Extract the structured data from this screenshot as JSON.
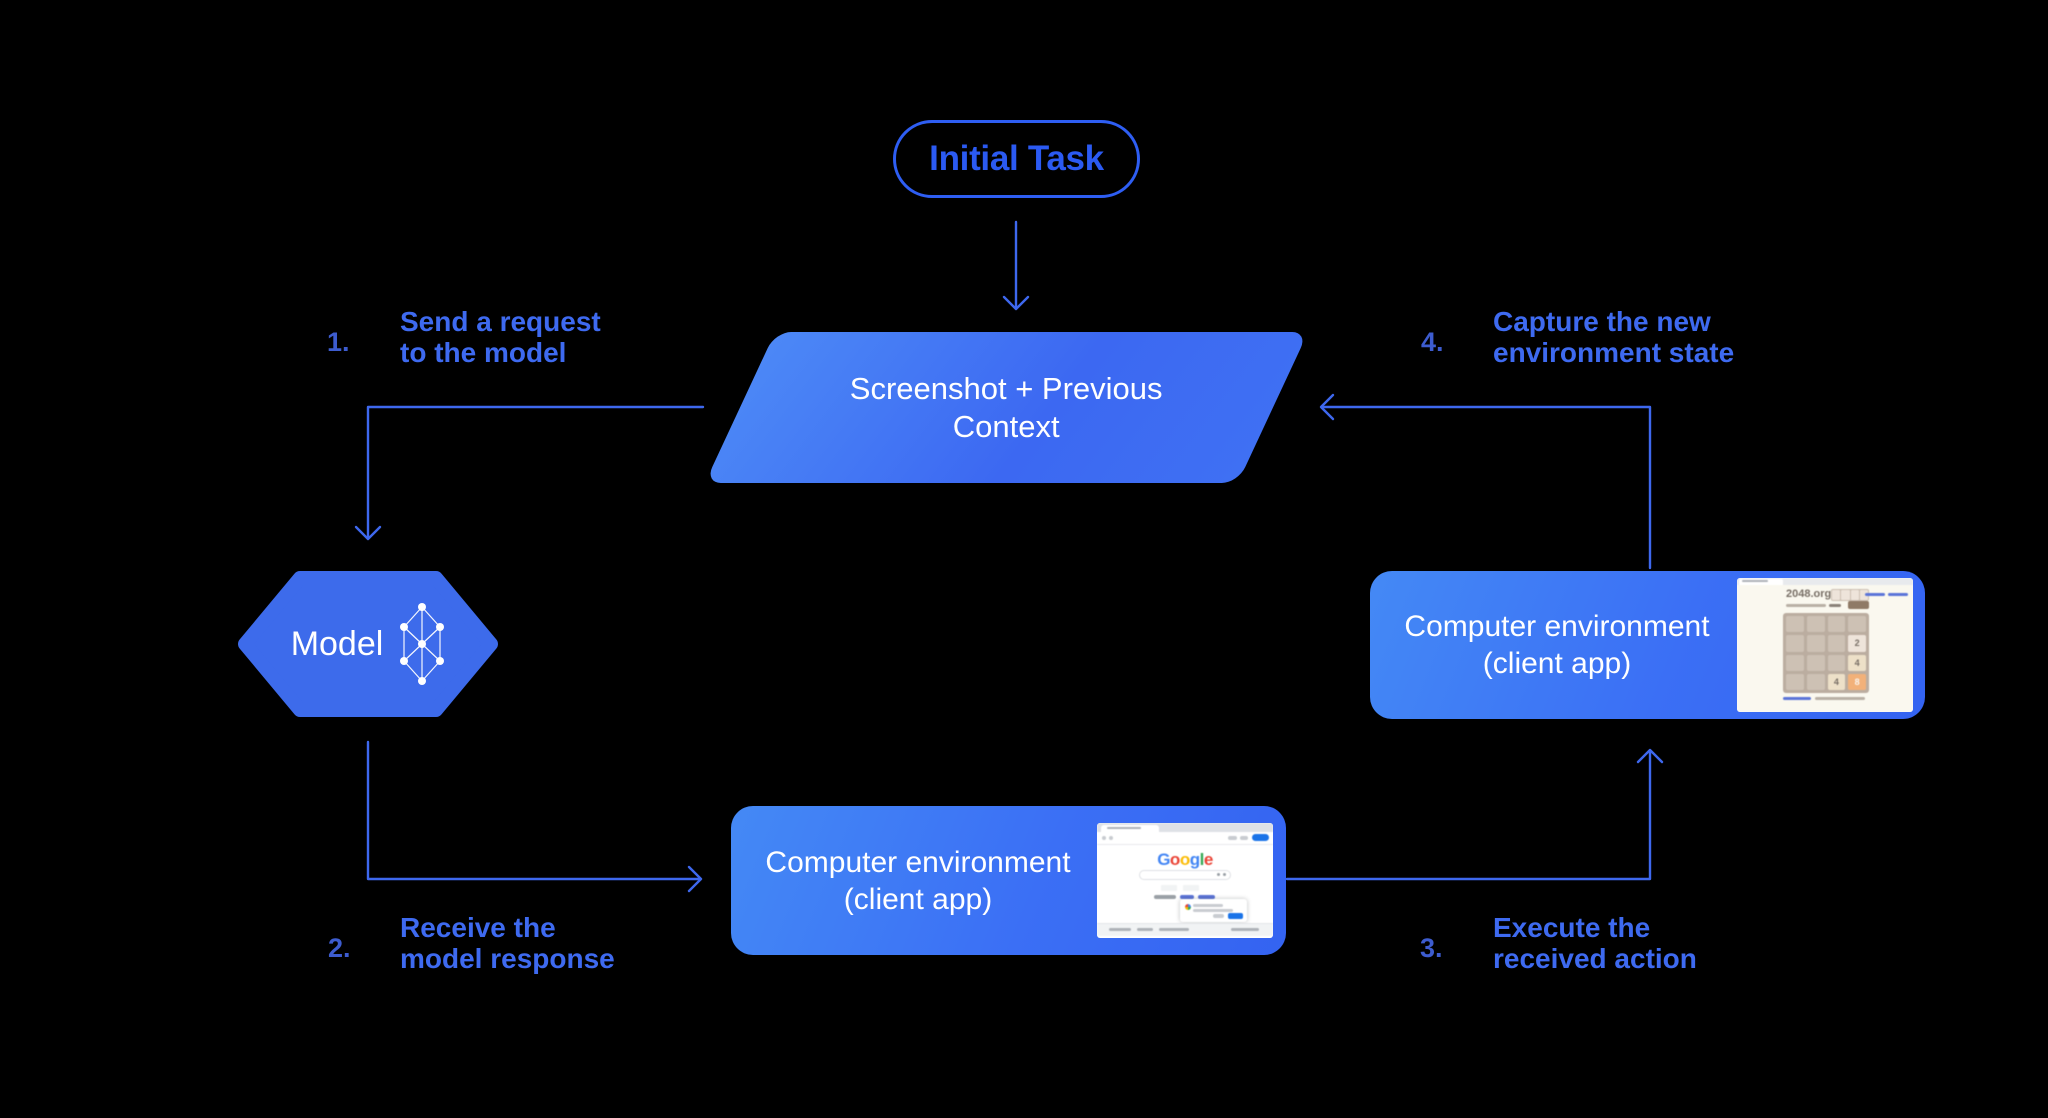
{
  "nodes": {
    "initial_task": {
      "label": "Initial Task"
    },
    "screenshot_context": {
      "line1": "Screenshot + Previous",
      "line2": "Context"
    },
    "model": {
      "label": "Model"
    },
    "env_bottom": {
      "line1": "Computer environment",
      "line2": "(client app)"
    },
    "env_right": {
      "line1": "Computer environment",
      "line2": "(client app)"
    }
  },
  "steps": [
    {
      "num": "1.",
      "line1": "Send a request",
      "line2": "to the model"
    },
    {
      "num": "2.",
      "line1": "Receive the",
      "line2": "model response"
    },
    {
      "num": "3.",
      "line1": "Execute the",
      "line2": "received action"
    },
    {
      "num": "4.",
      "line1": "Capture the new",
      "line2": "environment state"
    }
  ],
  "thumbnails": {
    "google": {
      "logo_letters": [
        "G",
        "o",
        "o",
        "g",
        "l",
        "e"
      ]
    },
    "game2048": {
      "title": "2048.org",
      "tiles": [
        {
          "value": "2"
        },
        {
          "value": "4"
        },
        {
          "value": "4"
        },
        {
          "value": "8"
        }
      ]
    }
  },
  "colors": {
    "background": "#000000",
    "pill_outline": "#2E5EF3",
    "step_text_blue": "#3E6AF0",
    "step_number_blue": "#3D5CCF",
    "arrow_blue": "#3E68EE",
    "hexagon_fill": "#3D6BEB",
    "gradient_light": "#4A8CF8",
    "gradient_dark": "#3463F1",
    "google_blue": "#4285F4",
    "google_red": "#EA4335",
    "google_yellow": "#FBBC05",
    "google_green": "#34A853",
    "tile_orange": "#F2B179"
  }
}
